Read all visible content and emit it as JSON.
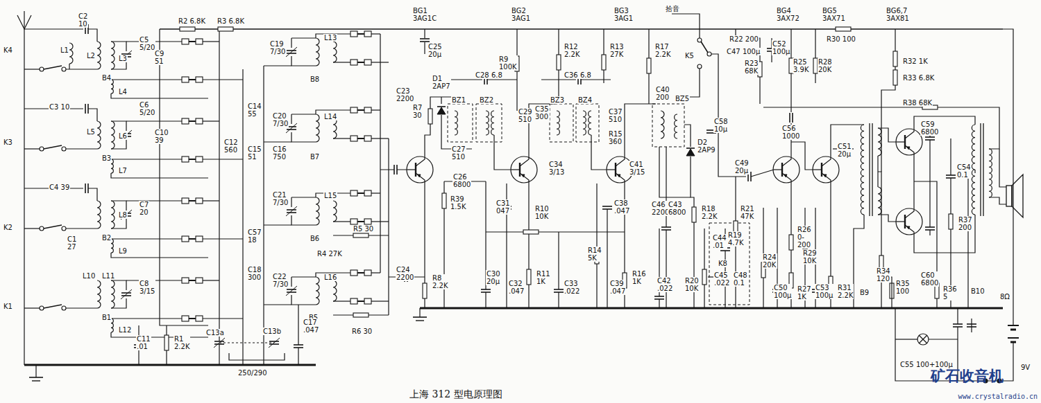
{
  "diagram": {
    "caption": "上海 312 型电原理图",
    "labels": [
      "K4",
      "K3",
      "K2",
      "K1",
      "L1",
      "C2 10",
      "L2",
      "C5 5/20",
      "L3",
      "C9 51",
      "B4",
      "L4",
      "C3 10",
      "C6 5/20",
      "L5",
      "L6",
      "C10 39",
      "B3",
      "L7",
      "C4 39",
      "L8",
      "C7 20",
      "C1 27",
      "B2",
      "L9",
      "L10",
      "L11",
      "C8 3/15",
      "B1",
      "L12",
      "C11 .01",
      "R1 2.2K",
      "R2 6.8K",
      "R3 6.8K",
      "C19 7/30",
      "L13",
      "B8",
      "C14 55",
      "C20 7/30",
      "L14",
      "C12 560",
      "C15 51",
      "C16 750",
      "B7",
      "C21 7/30",
      "L15",
      "B6",
      "C57 18",
      "R5 30",
      "R4 27K",
      "C18 300",
      "C22 7/30",
      "L16",
      "B5",
      "R6 30",
      "C13a",
      "C13b",
      "C17 .047",
      "250/290",
      "C23 2200",
      "C24 2200",
      "BG1 3AG1C",
      "C25 20μ",
      "D1 2AP7",
      "R7 30",
      "C27 510",
      "C26 6800",
      "R39 1.5K",
      "R8 2.2K",
      "BZ1",
      "BZ2",
      "C28 6.8",
      "BG2 3AG1",
      "R9 100K",
      "C29 510",
      "C35 300",
      "C34 3/13",
      "C31 047",
      "R10 10K",
      "C30 20μ",
      "C32 .047",
      "R11 1K",
      "C33 .022",
      "R12 2.2K",
      "C36 6.8",
      "BZ3",
      "BZ4",
      "BG3 3AG1",
      "R13 27K",
      "C37 510",
      "R15 360",
      "C41 3/15",
      "C38 .047",
      "R14 5K",
      "C39 .047",
      "R16 1K",
      "R17 2.2K",
      "C40 200",
      "BZ5",
      "D2 2AP9",
      "C46 2200",
      "C43 6800",
      "C42 .022",
      "R18 2.2K",
      "拾音",
      "K5",
      "C58 10μ",
      "R22 200",
      "C47 100μ",
      "R23 68K",
      "C52 100μ",
      "BG4 3AX72",
      "BG5 3AX71",
      "R25 3.9K",
      "R30 100",
      "R28 20K",
      "C56 1000",
      "C49 20μ",
      "C51 20μ",
      "R21 47K",
      "C44 .01",
      "R19 4.7K",
      "K8",
      "C45 .022",
      "C48 0.1",
      "R20 10K",
      "R24 20K",
      "R26 0-200",
      "C50 100μ",
      "R27 1K",
      "R29 10K",
      "C53 100μ",
      "R31 2.2K",
      "BG6,7 3AX81",
      "R32 1K",
      "R33 6.8K",
      "R38 68K",
      "C59 6800",
      "C54 0.1",
      "R37 200",
      "C60 6800",
      "B9",
      "B10",
      "8Ω",
      "R34 120",
      "R35 100",
      "R36 5",
      "C55 100+100μ",
      "9V",
      "矿石收音机",
      "www.crystalradio.cn"
    ]
  }
}
